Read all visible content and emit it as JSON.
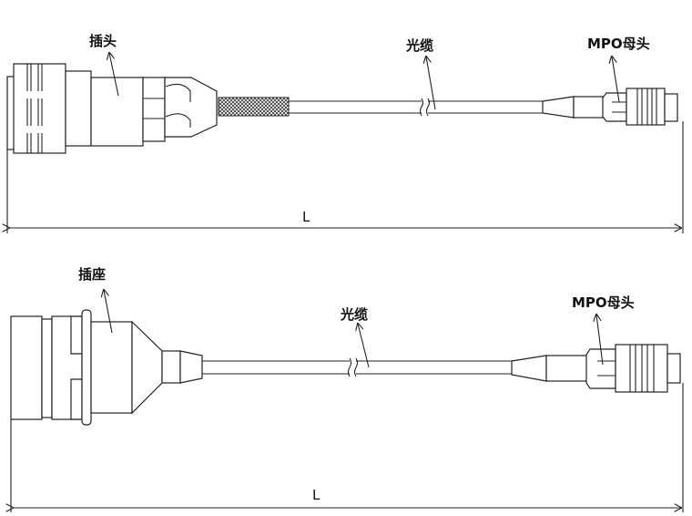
{
  "top_assembly": {
    "plug_label": "插头",
    "cable_label": "光缆",
    "mpo_label": "MPO母头",
    "length_label": "L"
  },
  "bottom_assembly": {
    "socket_label": "插座",
    "cable_label": "光缆",
    "mpo_label": "MPO母头",
    "length_label": "L"
  }
}
